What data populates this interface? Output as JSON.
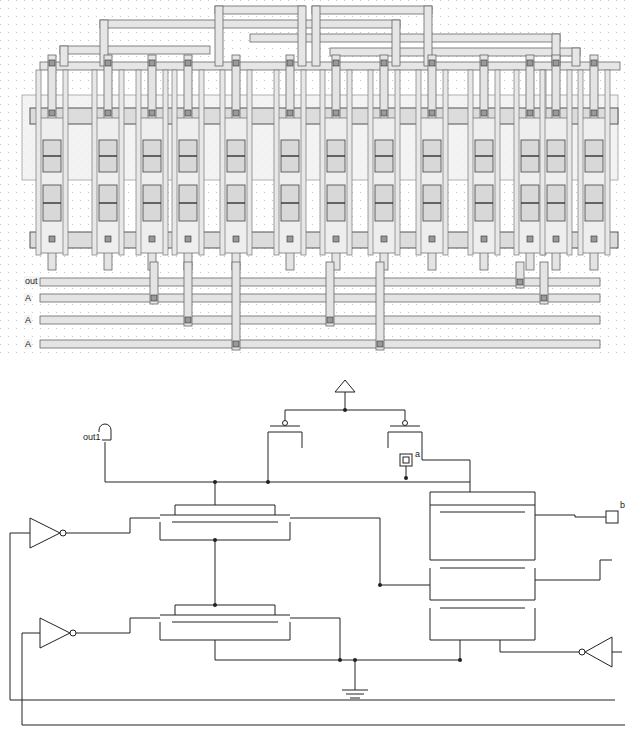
{
  "diagram": {
    "labels": [
      "out",
      "A",
      "A",
      "A",
      "out1",
      "a",
      "b"
    ]
  }
}
